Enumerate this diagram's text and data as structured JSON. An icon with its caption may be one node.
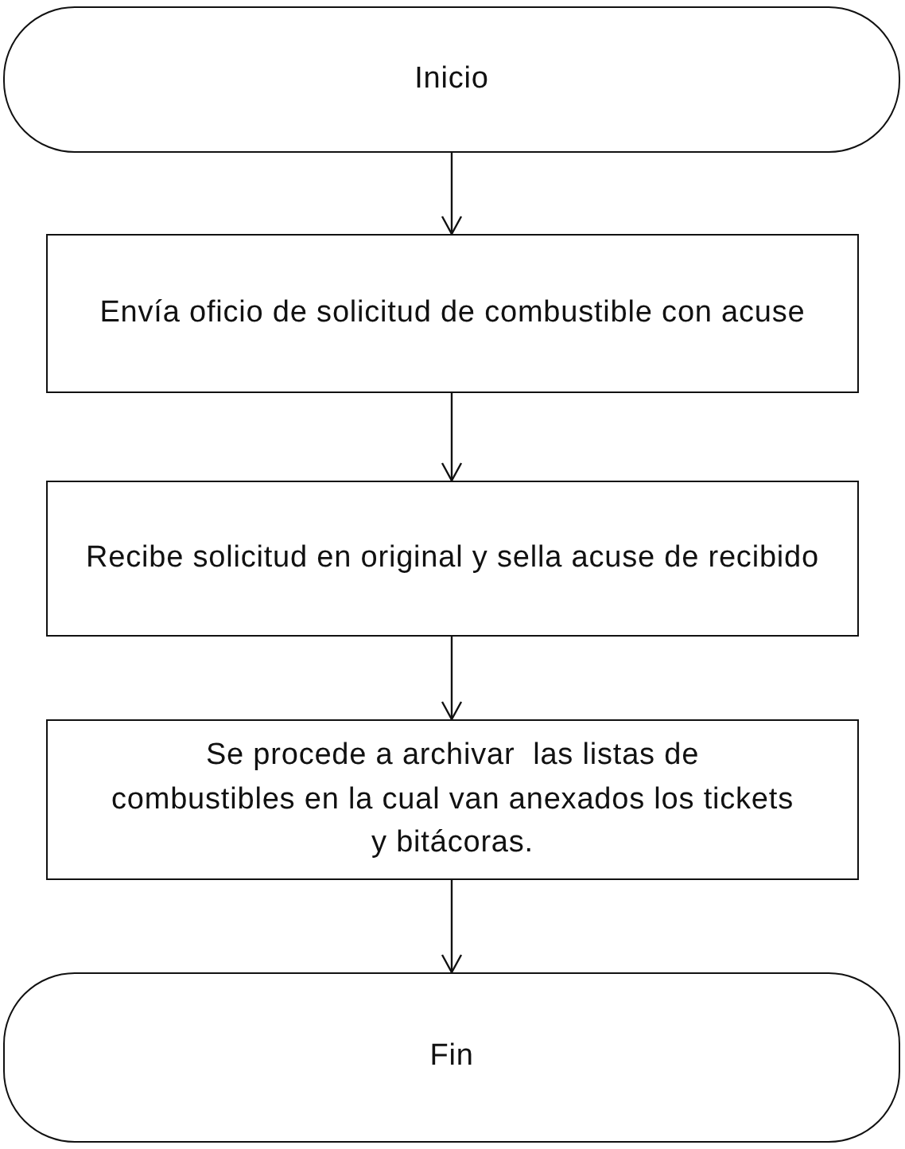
{
  "diagram": {
    "nodes": [
      {
        "text": [
          "Inicio"
        ]
      },
      {
        "text": [
          "Envía oficio de solicitud de combustible con acuse"
        ]
      },
      {
        "text": [
          "Recibe solicitud en original y sella acuse de recibido"
        ]
      },
      {
        "text": [
          "Se procede a archivar  las listas de combustibles en la cual van anexados los tickets y bitácoras."
        ]
      },
      {
        "text": [
          "Fin"
        ]
      }
    ],
    "edges": [
      {
        "from": 0,
        "to": 1,
        "arrow": "to"
      },
      {
        "from": 1,
        "to": 2,
        "arrow": "to"
      },
      {
        "from": 2,
        "to": 3,
        "arrow": "to"
      },
      {
        "from": 3,
        "to": 4,
        "arrow": "to"
      }
    ]
  }
}
